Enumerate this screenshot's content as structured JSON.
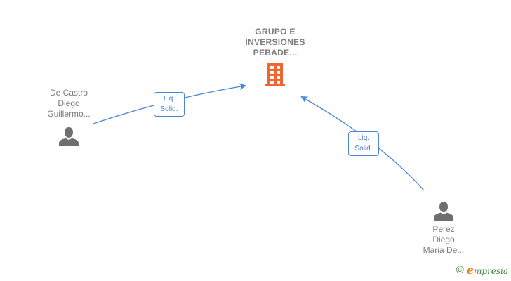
{
  "diagram": {
    "company": {
      "label": "GRUPO E\nINVERSIONES\nPEBADE...",
      "icon": "building-icon",
      "color": "#f26430"
    },
    "persons": [
      {
        "label": "De Castro\nDiego\nGuillermo...",
        "icon": "person-icon",
        "color": "#6f6f6f"
      },
      {
        "label": "Perez\nDiego\nMaria De...",
        "icon": "person-icon",
        "color": "#6f6f6f"
      }
    ],
    "edges": [
      {
        "from": "De Castro Diego Guillermo...",
        "to": "GRUPO E INVERSIONES PEBADE...",
        "label": "Liq.\nSolid."
      },
      {
        "from": "Perez Diego Maria De...",
        "to": "GRUPO E INVERSIONES PEBADE...",
        "label": "Liq.\nSolid."
      }
    ],
    "edge_color": "#4a86d4"
  },
  "footer": {
    "copyright_symbol": "©",
    "brand_initial": "e",
    "brand_rest": "mpresia"
  }
}
